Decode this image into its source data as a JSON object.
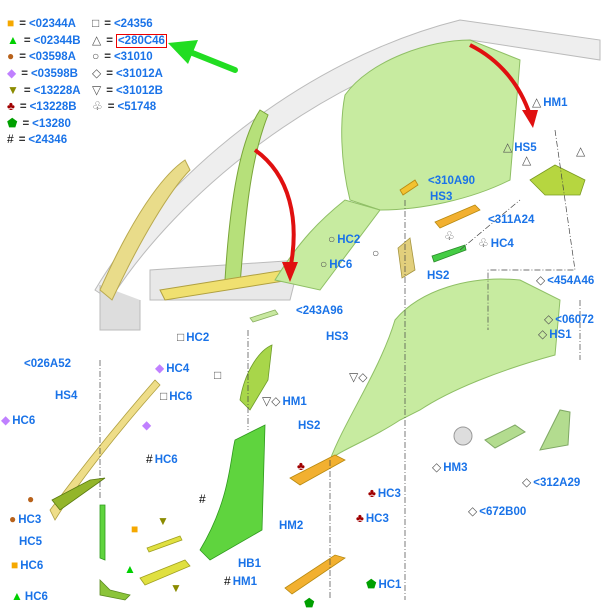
{
  "legend": [
    {
      "sym": "sq-orange",
      "glyph": "■",
      "text": "<02344A"
    },
    {
      "sym": "tri-green",
      "glyph": "▲",
      "text": "<02344B"
    },
    {
      "sym": "circle-brown",
      "glyph": "●",
      "text": "<03598A"
    },
    {
      "sym": "diamond-purple",
      "glyph": "◆",
      "text": "<03598B"
    },
    {
      "sym": "tri-down-olive",
      "glyph": "▼",
      "text": "<13228A"
    },
    {
      "sym": "club-red",
      "glyph": "♣",
      "text": "<13228B"
    },
    {
      "sym": "pentagon-green",
      "glyph": "⬟",
      "text": "<13280"
    },
    {
      "sym": "hash",
      "glyph": "#",
      "text": "<24346"
    },
    {
      "sym": "sq-open",
      "glyph": "□",
      "text": "<24356"
    },
    {
      "sym": "tri-open",
      "glyph": "△",
      "text": "<280C46",
      "highlighted": true
    },
    {
      "sym": "circle-open",
      "glyph": "○",
      "text": "<31010"
    },
    {
      "sym": "diamond-open",
      "glyph": "◇",
      "text": "<31012A"
    },
    {
      "sym": "tri-down-open",
      "glyph": "▽",
      "text": "<31012B"
    },
    {
      "sym": "club-open",
      "glyph": "♧",
      "text": "<51748"
    }
  ],
  "equals": "=",
  "colors": {
    "label": "#1a73e8",
    "highlight": "#e00000",
    "pointer_arrow": "#22dd22",
    "flow_arrow": "#e01010"
  },
  "callouts": [
    {
      "sym": "tri-open",
      "glyph": "△",
      "text": "HM1"
    },
    {
      "sym": "tri-open",
      "glyph": "△",
      "text": "HS5"
    },
    {
      "sym": "tri-open",
      "glyph": "△",
      "text": ""
    },
    {
      "sym": "tri-open",
      "glyph": "△",
      "text": ""
    },
    {
      "sym": "",
      "glyph": "",
      "text": "<310A90"
    },
    {
      "sym": "",
      "glyph": "",
      "text": "HS3"
    },
    {
      "sym": "",
      "glyph": "",
      "text": "<311A24"
    },
    {
      "sym": "circle-open",
      "glyph": "○",
      "text": "HC2"
    },
    {
      "sym": "club-open",
      "glyph": "♧",
      "text": ""
    },
    {
      "sym": "club-open",
      "glyph": "♧",
      "text": "HC4"
    },
    {
      "sym": "circle-open",
      "glyph": "○",
      "text": ""
    },
    {
      "sym": "circle-open",
      "glyph": "○",
      "text": "HC6"
    },
    {
      "sym": "",
      "glyph": "",
      "text": "HS2"
    },
    {
      "sym": "",
      "glyph": "",
      "text": "<243A96"
    },
    {
      "sym": "diamond-open",
      "glyph": "◇",
      "text": "<454A46"
    },
    {
      "sym": "diamond-open",
      "glyph": "◇",
      "text": "<06072"
    },
    {
      "sym": "diamond-open",
      "glyph": "◇",
      "text": "HS1"
    },
    {
      "sym": "sq-open",
      "glyph": "□",
      "text": "HC2"
    },
    {
      "sym": "",
      "glyph": "",
      "text": "HS3"
    },
    {
      "sym": "",
      "glyph": "",
      "text": "<026A52"
    },
    {
      "sym": "diamond-purple",
      "glyph": "◆",
      "text": "HC4"
    },
    {
      "sym": "sq-open",
      "glyph": "□",
      "text": ""
    },
    {
      "sym": "",
      "glyph": "",
      "text": "HS4"
    },
    {
      "sym": "sq-open",
      "glyph": "□",
      "text": "HC6"
    },
    {
      "sym": "tri-down-open",
      "glyph": "▽◇",
      "text": "HM1"
    },
    {
      "sym": "tri-down-open",
      "glyph": "▽◇",
      "text": ""
    },
    {
      "sym": "diamond-purple",
      "glyph": "◆",
      "text": "HC6"
    },
    {
      "sym": "diamond-purple",
      "glyph": "◆",
      "text": ""
    },
    {
      "sym": "",
      "glyph": "",
      "text": "HS2"
    },
    {
      "sym": "hash",
      "glyph": "#",
      "text": "HC6"
    },
    {
      "sym": "club-red",
      "glyph": "♣",
      "text": ""
    },
    {
      "sym": "club-red",
      "glyph": "♣",
      "text": "HC3"
    },
    {
      "sym": "circle-brown",
      "glyph": "●",
      "text": ""
    },
    {
      "sym": "hash",
      "glyph": "#",
      "text": ""
    },
    {
      "sym": "circle-brown",
      "glyph": "●",
      "text": "HC3"
    },
    {
      "sym": "club-red",
      "glyph": "♣",
      "text": "HC3"
    },
    {
      "sym": "diamond-open",
      "glyph": "◇",
      "text": "HM3"
    },
    {
      "sym": "diamond-open",
      "glyph": "◇",
      "text": "<312A29"
    },
    {
      "sym": "diamond-open",
      "glyph": "◇",
      "text": "<672B00"
    },
    {
      "sym": "",
      "glyph": "",
      "text": "HM2"
    },
    {
      "sym": "",
      "glyph": "",
      "text": "HC5"
    },
    {
      "sym": "sq-orange",
      "glyph": "■",
      "text": ""
    },
    {
      "sym": "tri-down-olive",
      "glyph": "▼",
      "text": ""
    },
    {
      "sym": "",
      "glyph": "",
      "text": "HB1"
    },
    {
      "sym": "sq-orange",
      "glyph": "■",
      "text": "HC6"
    },
    {
      "sym": "tri-green",
      "glyph": "▲",
      "text": ""
    },
    {
      "sym": "tri-down-olive",
      "glyph": "▼",
      "text": ""
    },
    {
      "sym": "hash",
      "glyph": "#",
      "text": "HM1"
    },
    {
      "sym": "tri-green",
      "glyph": "▲",
      "text": "HC6"
    },
    {
      "sym": "pentagon-green",
      "glyph": "⬟",
      "text": "HC1"
    },
    {
      "sym": "pentagon-green",
      "glyph": "⬟",
      "text": ""
    }
  ]
}
